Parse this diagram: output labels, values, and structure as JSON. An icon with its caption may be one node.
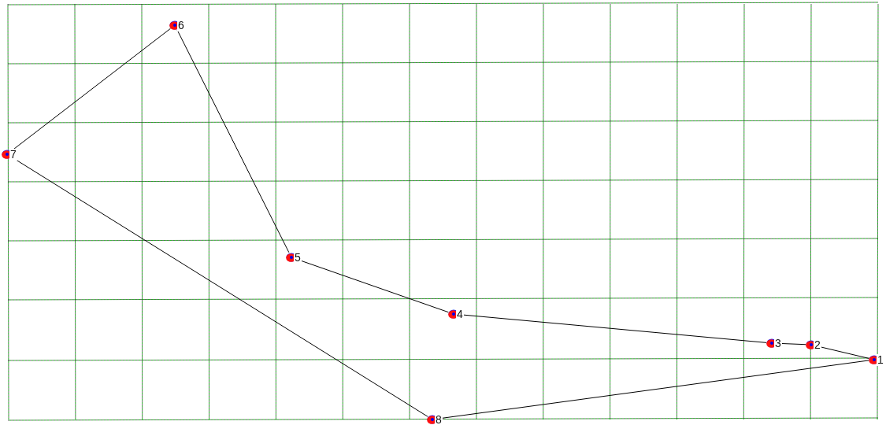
{
  "diagram": {
    "nodes": [
      {
        "text": [
          "1"
        ]
      },
      {
        "text": [
          "2"
        ]
      },
      {
        "text": [
          "3"
        ]
      },
      {
        "text": [
          "4"
        ]
      },
      {
        "text": [
          "5"
        ]
      },
      {
        "text": [
          "6"
        ]
      },
      {
        "text": [
          "7"
        ]
      },
      {
        "text": [
          "8"
        ]
      }
    ],
    "edges": [
      {
        "from": 0,
        "to": 1,
        "arrow": "none"
      },
      {
        "from": 1,
        "to": 2,
        "arrow": "none"
      },
      {
        "from": 2,
        "to": 3,
        "arrow": "none"
      },
      {
        "from": 3,
        "to": 4,
        "arrow": "none"
      },
      {
        "from": 4,
        "to": 5,
        "arrow": "none"
      },
      {
        "from": 5,
        "to": 6,
        "arrow": "none"
      },
      {
        "from": 6,
        "to": 7,
        "arrow": "none"
      },
      {
        "from": 7,
        "to": 0,
        "arrow": "none"
      }
    ]
  }
}
